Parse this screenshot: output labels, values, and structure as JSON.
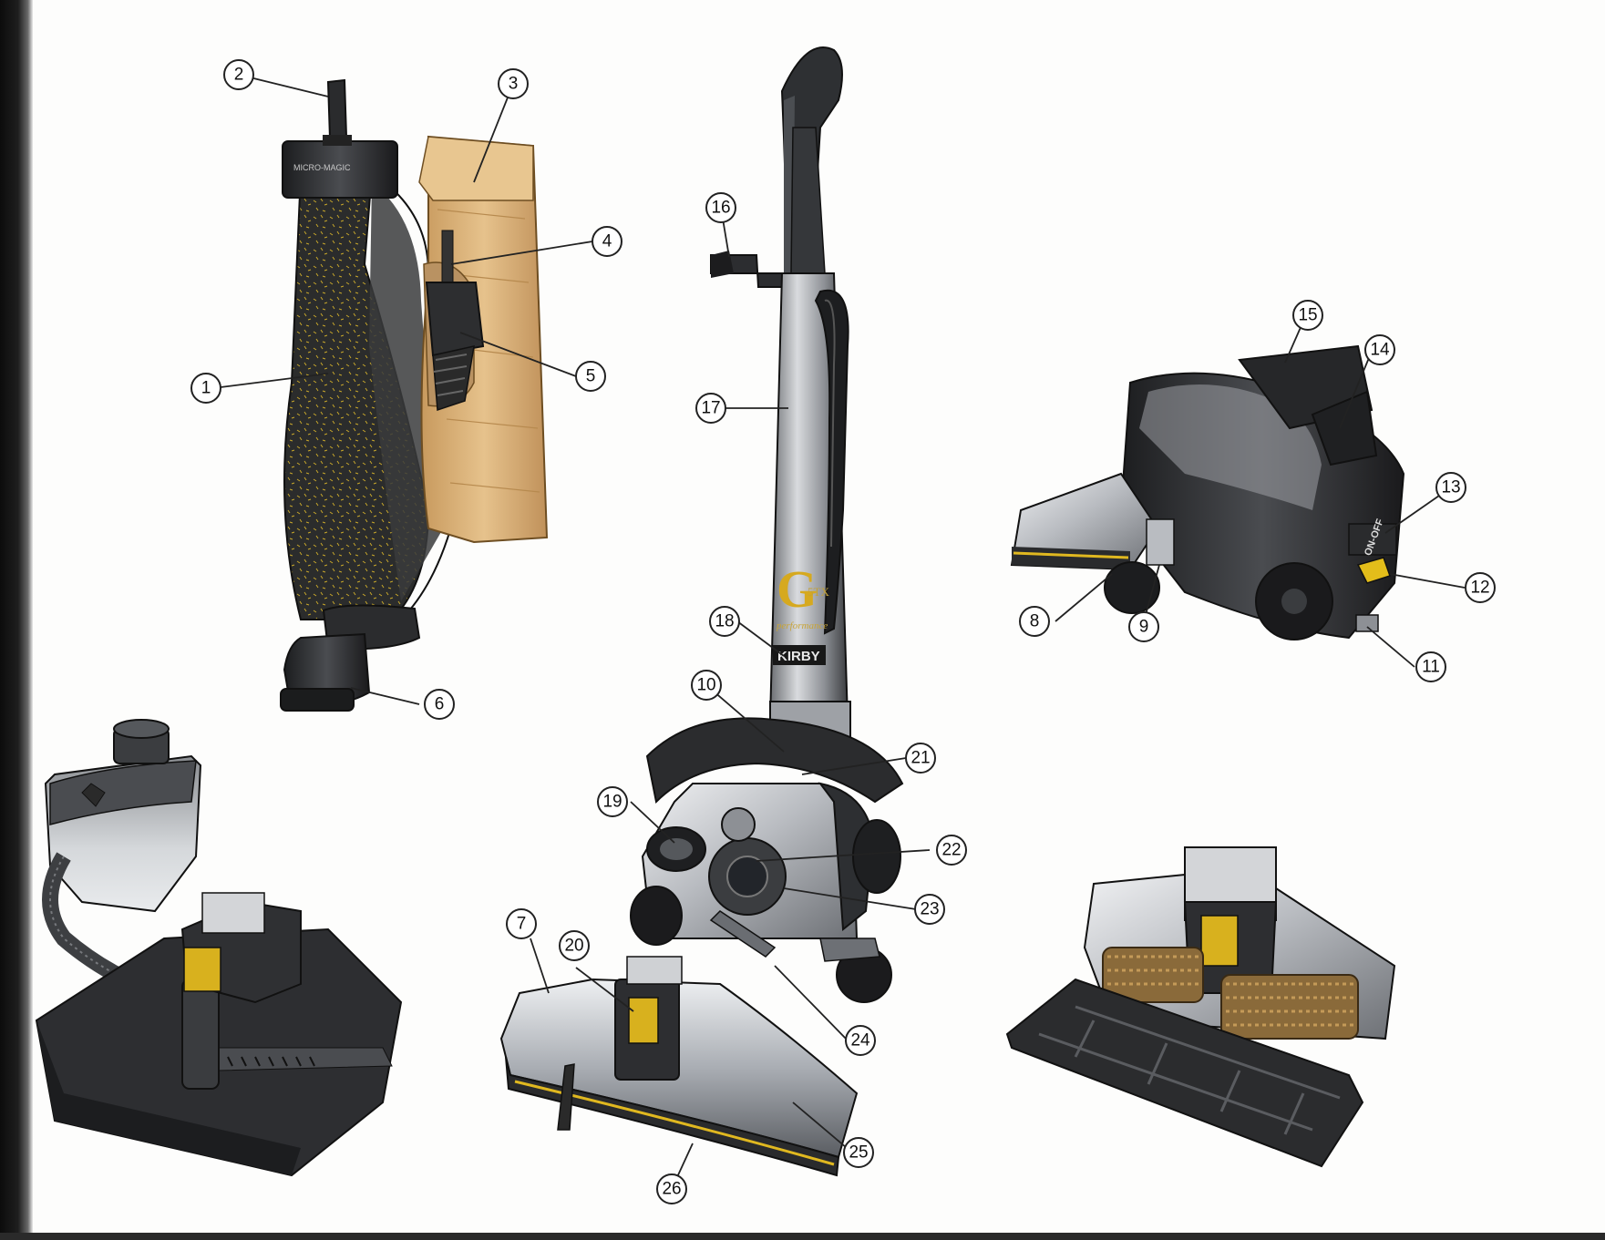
{
  "callouts": [
    {
      "number": "1"
    },
    {
      "number": "2"
    },
    {
      "number": "3"
    },
    {
      "number": "4"
    },
    {
      "number": "5"
    },
    {
      "number": "6"
    },
    {
      "number": "7"
    },
    {
      "number": "8"
    },
    {
      "number": "9"
    },
    {
      "number": "10"
    },
    {
      "number": "11"
    },
    {
      "number": "12"
    },
    {
      "number": "13"
    },
    {
      "number": "14"
    },
    {
      "number": "15"
    },
    {
      "number": "16"
    },
    {
      "number": "17"
    },
    {
      "number": "18"
    },
    {
      "number": "19"
    },
    {
      "number": "20"
    },
    {
      "number": "21"
    },
    {
      "number": "22"
    },
    {
      "number": "23"
    },
    {
      "number": "24"
    },
    {
      "number": "25"
    },
    {
      "number": "26"
    }
  ],
  "printed_text": {
    "handle_logo": "G",
    "handle_logo_sub": "5TX",
    "handle_performance": "performance",
    "handle_brand": "KIRBY",
    "switch_label": "ON-OFF",
    "bag_label": "MICRO-MAGIC"
  },
  "colors": {
    "body_dark": "#2c2e30",
    "body_silver": "#c9ccd0",
    "accent_yellow": "#e8c21c",
    "paper_bag": "#d9b27a",
    "outline": "#222222"
  }
}
